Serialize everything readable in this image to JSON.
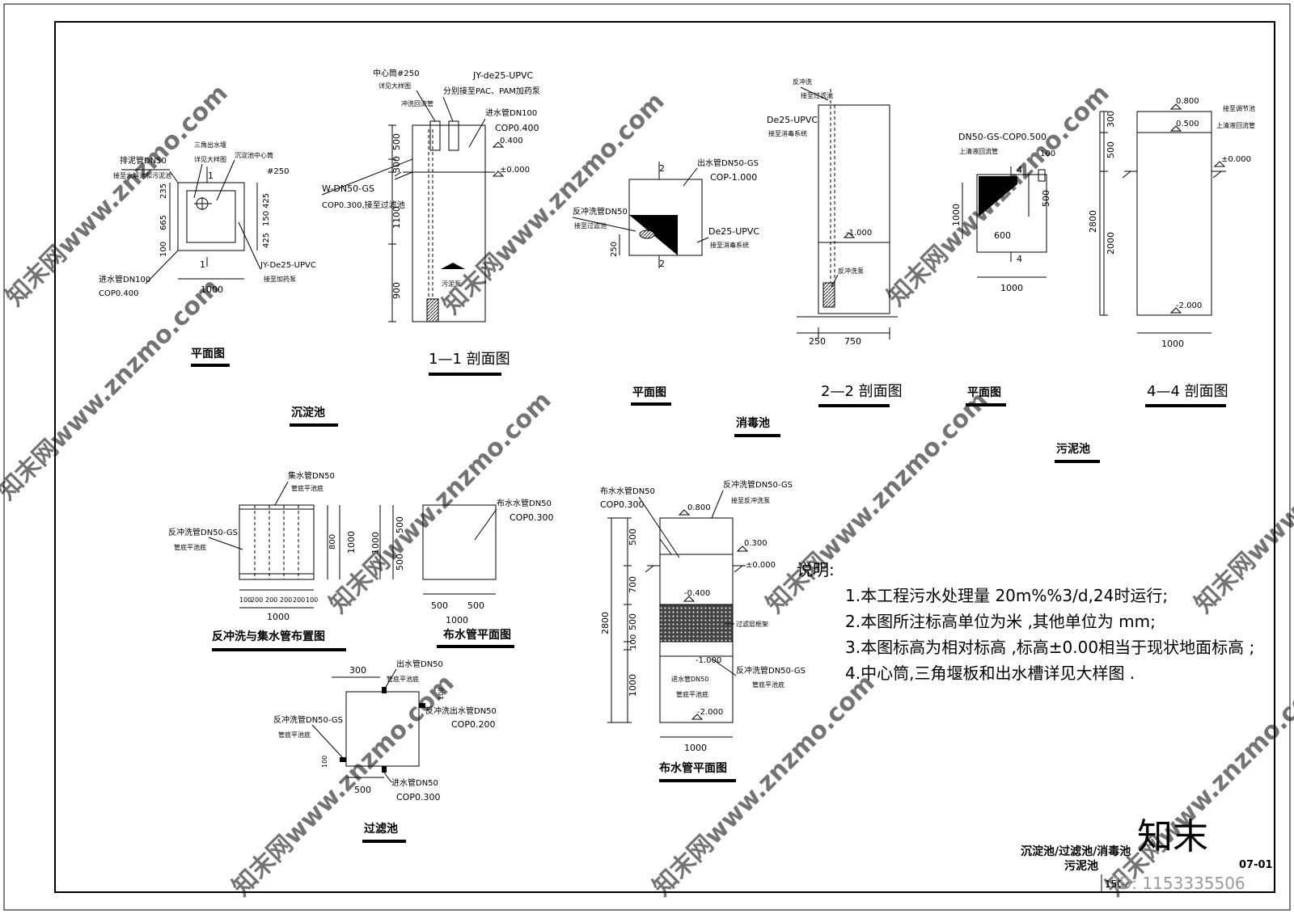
{
  "sections": {
    "sedimentation": "沉淀池",
    "disinfection": "消毒池",
    "sludge": "污泥池",
    "filter": "过滤池"
  },
  "views": {
    "plan": "平面图",
    "section_11": "1—1 剖面图",
    "section_22": "2—2 剖面图",
    "section_44": "4—4 剖面图",
    "backwash_layout": "反冲洗与集水管布置图",
    "distribution_plan": "布水管平面图"
  },
  "sed_plan": {
    "dims": [
      "235",
      "665",
      "100",
      "1000",
      "425",
      "150",
      "425"
    ],
    "labels": [
      "三角出水堰",
      "详见大样图",
      "沉淀池中心筒",
      "#250",
      "排泥管DN50",
      "接至水解池和污泥池",
      "进水管DN100",
      "COP0.400",
      "JY-De25-UPVC",
      "接至加药泵"
    ],
    "marks": [
      "1",
      "1"
    ]
  },
  "section_11": {
    "dims": [
      "500",
      "300",
      "1100",
      "900"
    ],
    "labels": [
      "中心筒#250",
      "详见大样图",
      "JY-de25-UPVC",
      "分别接至PAC、PAM加药泵",
      "冲洗回流管",
      "进水管DN100",
      "COP0.400",
      "W-DN50-GS",
      "COP0.300,接至过滤池",
      "污泥泵"
    ],
    "levels": [
      "0.400",
      "±0.000"
    ]
  },
  "disinfection_plan": {
    "labels": [
      "出水管DN50-GS",
      "COP-1.000",
      "反冲洗管DN50",
      "接至过滤池",
      "De25-UPVC",
      "接至消毒系统"
    ],
    "dims": [
      "250"
    ],
    "marks": [
      "2",
      "2"
    ]
  },
  "section_22": {
    "labels": [
      "反冲洗",
      "接至过滤池",
      "De25-UPVC",
      "接至消毒系统",
      "反冲洗泵"
    ],
    "levels": [
      "-1.000"
    ],
    "dims": [
      "250",
      "750"
    ]
  },
  "sludge_plan": {
    "labels": [
      "DN50-GS-COP0.500",
      "上清液回流管"
    ],
    "dims": [
      "100",
      "500",
      "1000",
      "600",
      "1000"
    ],
    "marks": [
      "4",
      "4"
    ]
  },
  "section_44": {
    "dims": [
      "300",
      "500",
      "2800",
      "2000",
      "1000"
    ],
    "levels": [
      "0.800",
      "0.500",
      "±0.000",
      "-2.000"
    ],
    "labels": [
      "接至调节池",
      "上清液回流管"
    ]
  },
  "backwash": {
    "labels": [
      "集水管DN50",
      "管底平池底",
      "反冲洗管DN50-GS",
      "管底平池底"
    ],
    "dims": [
      "100",
      "200",
      "200",
      "200",
      "200",
      "100",
      "1000",
      "800",
      "1000"
    ]
  },
  "distribution_small": {
    "labels": [
      "布水水管DN50",
      "COP0.300"
    ],
    "dims": [
      "500",
      "500",
      "1000",
      "500",
      "500",
      "1000"
    ]
  },
  "filter_plan": {
    "labels": [
      "出水管DN50",
      "管底平池底",
      "反冲洗出水管DN50",
      "COP0.200",
      "反冲洗管DN50-GS",
      "管底平池底",
      "进水管DN50",
      "COP0.300"
    ],
    "dims": [
      "300",
      "100",
      "100",
      "500"
    ]
  },
  "filter_section": {
    "labels": [
      "布水水管DN50",
      "COP0.300",
      "反冲洗管DN50-GS",
      "接至反冲洗泵",
      "过滤层框架",
      "反冲洗管DN50-GS",
      "管底平池底",
      "进水管DN50",
      "管底平池底"
    ],
    "levels": [
      "0.800",
      "0.300",
      "±0.000",
      "-0.400",
      "-1.000",
      "-2.000"
    ],
    "dims": [
      "500",
      "700",
      "500",
      "100",
      "1000",
      "2800",
      "1000"
    ]
  },
  "notes": {
    "heading": "说明:",
    "items": [
      "1.本工程污水处理量 20m%%3/d,24时运行;",
      "2.本图所注标高单位为米 ,其他单位为 mm;",
      "3.本图标高为相对标高 ,标高±0.00相当于现状地面标高 ;",
      "4.中心筒,三角堰板和出水槽详见大样图 ."
    ]
  },
  "title_block": {
    "title_line1": "沉淀池/过滤池/消毒池",
    "title_line2": "污泥池",
    "drawing_no": "07-01",
    "page": "150"
  },
  "watermark": {
    "text": "知末网www.znzmo.com",
    "logo": "知末",
    "id": "ID: 1153335506"
  }
}
